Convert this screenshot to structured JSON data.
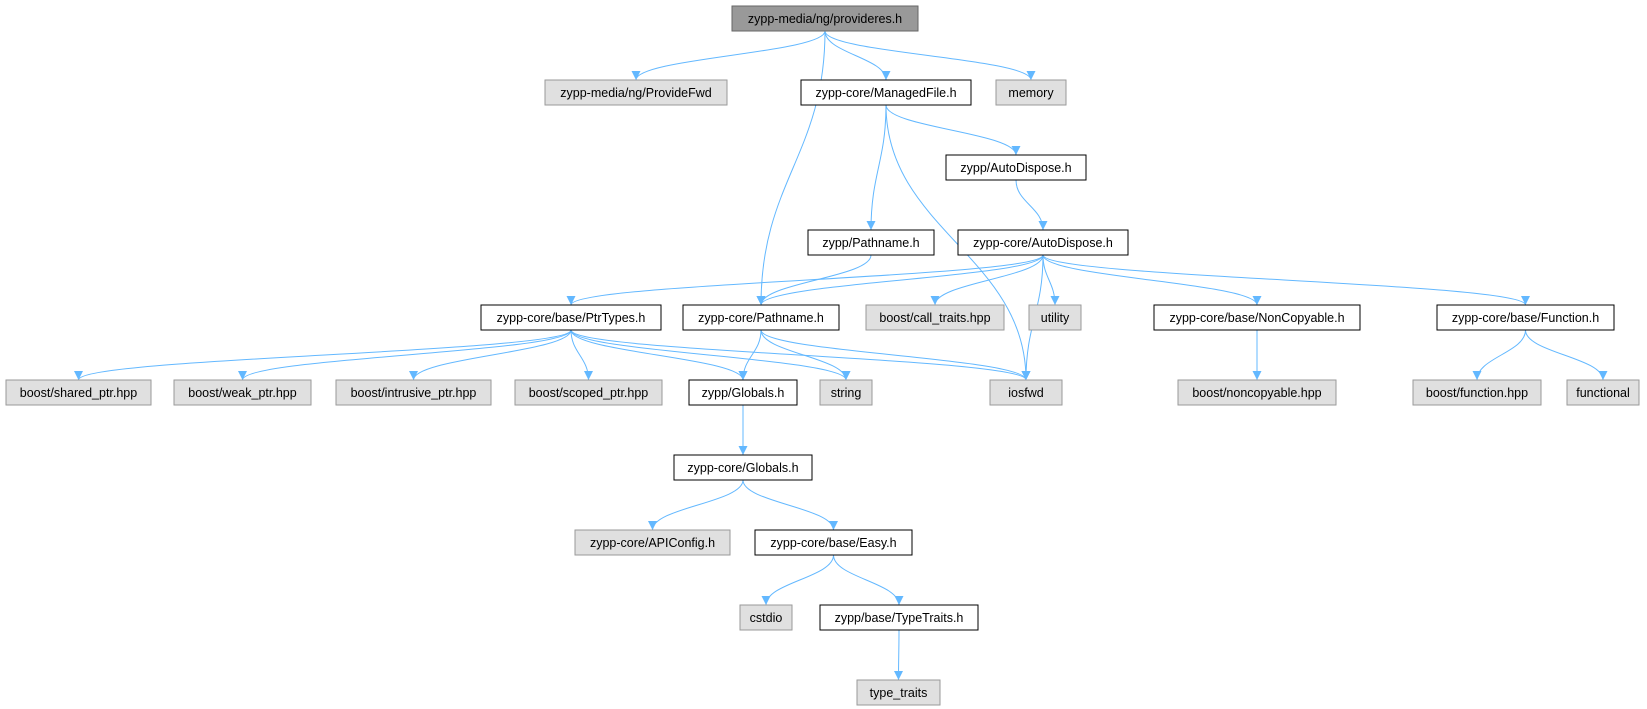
{
  "colors": {
    "edge": "#63b8ff",
    "root_fill": "#999999",
    "root_stroke": "#666666",
    "documented_fill": "#ffffff",
    "documented_stroke": "#000000",
    "external_fill": "#e0e0e0",
    "external_stroke": "#999999"
  },
  "nodes": [
    {
      "id": "root",
      "label": "zypp-media/ng/provideres.h",
      "kind": "root"
    },
    {
      "id": "providefwd",
      "label": "zypp-media/ng/ProvideFwd",
      "kind": "external"
    },
    {
      "id": "managedfile",
      "label": "zypp-core/ManagedFile.h",
      "kind": "documented"
    },
    {
      "id": "memory",
      "label": "memory",
      "kind": "external"
    },
    {
      "id": "autodispose_zypp",
      "label": "zypp/AutoDispose.h",
      "kind": "documented"
    },
    {
      "id": "pathname_zypp",
      "label": "zypp/Pathname.h",
      "kind": "documented"
    },
    {
      "id": "autodispose_core",
      "label": "zypp-core/AutoDispose.h",
      "kind": "documented"
    },
    {
      "id": "ptrtypes",
      "label": "zypp-core/base/PtrTypes.h",
      "kind": "documented"
    },
    {
      "id": "pathname_core",
      "label": "zypp-core/Pathname.h",
      "kind": "documented"
    },
    {
      "id": "call_traits",
      "label": "boost/call_traits.hpp",
      "kind": "external"
    },
    {
      "id": "utility",
      "label": "utility",
      "kind": "external"
    },
    {
      "id": "noncopyable",
      "label": "zypp-core/base/NonCopyable.h",
      "kind": "documented"
    },
    {
      "id": "function_h",
      "label": "zypp-core/base/Function.h",
      "kind": "documented"
    },
    {
      "id": "shared_ptr",
      "label": "boost/shared_ptr.hpp",
      "kind": "external"
    },
    {
      "id": "weak_ptr",
      "label": "boost/weak_ptr.hpp",
      "kind": "external"
    },
    {
      "id": "intrusive_ptr",
      "label": "boost/intrusive_ptr.hpp",
      "kind": "external"
    },
    {
      "id": "scoped_ptr",
      "label": "boost/scoped_ptr.hpp",
      "kind": "external"
    },
    {
      "id": "globals_zypp",
      "label": "zypp/Globals.h",
      "kind": "documented"
    },
    {
      "id": "string",
      "label": "string",
      "kind": "external"
    },
    {
      "id": "iosfwd",
      "label": "iosfwd",
      "kind": "external"
    },
    {
      "id": "noncopyable_hpp",
      "label": "boost/noncopyable.hpp",
      "kind": "external"
    },
    {
      "id": "function_hpp",
      "label": "boost/function.hpp",
      "kind": "external"
    },
    {
      "id": "functional",
      "label": "functional",
      "kind": "external"
    },
    {
      "id": "globals_core",
      "label": "zypp-core/Globals.h",
      "kind": "documented"
    },
    {
      "id": "apiconfig",
      "label": "zypp-core/APIConfig.h",
      "kind": "external"
    },
    {
      "id": "easy",
      "label": "zypp-core/base/Easy.h",
      "kind": "documented"
    },
    {
      "id": "cstdio",
      "label": "cstdio",
      "kind": "external"
    },
    {
      "id": "typetraits_h",
      "label": "zypp/base/TypeTraits.h",
      "kind": "documented"
    },
    {
      "id": "type_traits",
      "label": "type_traits",
      "kind": "external"
    }
  ],
  "edges": [
    [
      "root",
      "providefwd"
    ],
    [
      "root",
      "pathname_core"
    ],
    [
      "root",
      "managedfile"
    ],
    [
      "root",
      "memory"
    ],
    [
      "managedfile",
      "pathname_zypp"
    ],
    [
      "managedfile",
      "autodispose_zypp"
    ],
    [
      "managedfile",
      "iosfwd"
    ],
    [
      "autodispose_zypp",
      "autodispose_core"
    ],
    [
      "pathname_zypp",
      "pathname_core"
    ],
    [
      "autodispose_core",
      "ptrtypes"
    ],
    [
      "autodispose_core",
      "pathname_core"
    ],
    [
      "autodispose_core",
      "call_traits"
    ],
    [
      "autodispose_core",
      "utility"
    ],
    [
      "autodispose_core",
      "iosfwd"
    ],
    [
      "autodispose_core",
      "noncopyable"
    ],
    [
      "autodispose_core",
      "function_h"
    ],
    [
      "ptrtypes",
      "shared_ptr"
    ],
    [
      "ptrtypes",
      "weak_ptr"
    ],
    [
      "ptrtypes",
      "intrusive_ptr"
    ],
    [
      "ptrtypes",
      "scoped_ptr"
    ],
    [
      "ptrtypes",
      "globals_zypp"
    ],
    [
      "ptrtypes",
      "string"
    ],
    [
      "ptrtypes",
      "iosfwd"
    ],
    [
      "pathname_core",
      "globals_zypp"
    ],
    [
      "pathname_core",
      "string"
    ],
    [
      "pathname_core",
      "iosfwd"
    ],
    [
      "noncopyable",
      "noncopyable_hpp"
    ],
    [
      "function_h",
      "function_hpp"
    ],
    [
      "function_h",
      "functional"
    ],
    [
      "globals_zypp",
      "globals_core"
    ],
    [
      "globals_core",
      "apiconfig"
    ],
    [
      "globals_core",
      "easy"
    ],
    [
      "easy",
      "cstdio"
    ],
    [
      "easy",
      "typetraits_h"
    ],
    [
      "typetraits_h",
      "type_traits"
    ]
  ]
}
